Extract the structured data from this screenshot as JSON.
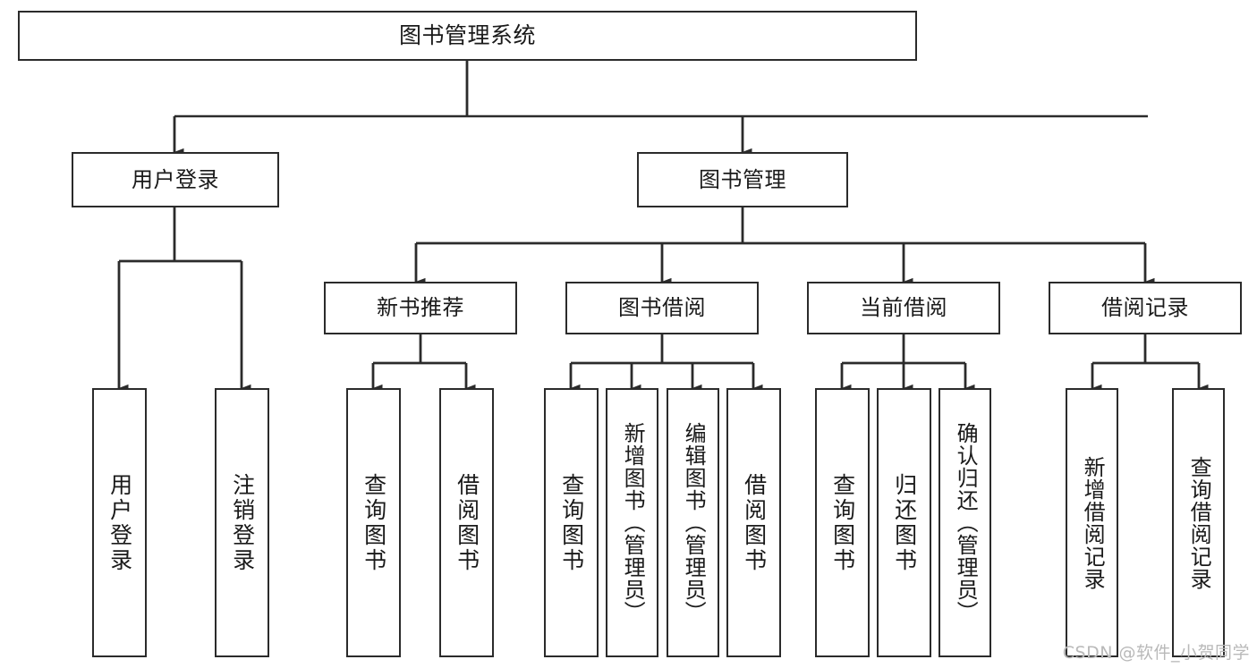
{
  "diagram": {
    "type": "tree",
    "title": "图书管理系统",
    "orientation": "top-down",
    "edge_style": "orthogonal-arrow",
    "colors": {
      "box_border": "#2b2b2b",
      "box_fill": "#ffffff",
      "edge": "#2b2b2b",
      "text": "#1a1a1a",
      "background": "#ffffff",
      "watermark": "#b9b9b9"
    },
    "root": {
      "label": "图书管理系统"
    },
    "level2": [
      {
        "label": "用户登录"
      },
      {
        "label": "图书管理"
      }
    ],
    "level3": [
      {
        "label": "新书推荐"
      },
      {
        "label": "图书借阅"
      },
      {
        "label": "当前借阅"
      },
      {
        "label": "借阅记录"
      }
    ],
    "leaves": {
      "user_login": [
        {
          "label": "用户登录"
        },
        {
          "label": "注销登录"
        }
      ],
      "new_book": [
        {
          "label": "查询图书"
        },
        {
          "label": "借阅图书"
        }
      ],
      "borrow_book": [
        {
          "label": "查询图书"
        },
        {
          "label": "新增图书（管理员）"
        },
        {
          "label": "编辑图书（管理员）"
        },
        {
          "label": "借阅图书"
        }
      ],
      "current_borrow": [
        {
          "label": "查询图书"
        },
        {
          "label": "归还图书"
        },
        {
          "label": "确认归还（管理员）"
        }
      ],
      "borrow_record": [
        {
          "label": "新增借阅记录"
        },
        {
          "label": "查询借阅记录"
        }
      ]
    }
  },
  "watermark": {
    "text": "CSDN @软件_小贺同学"
  }
}
